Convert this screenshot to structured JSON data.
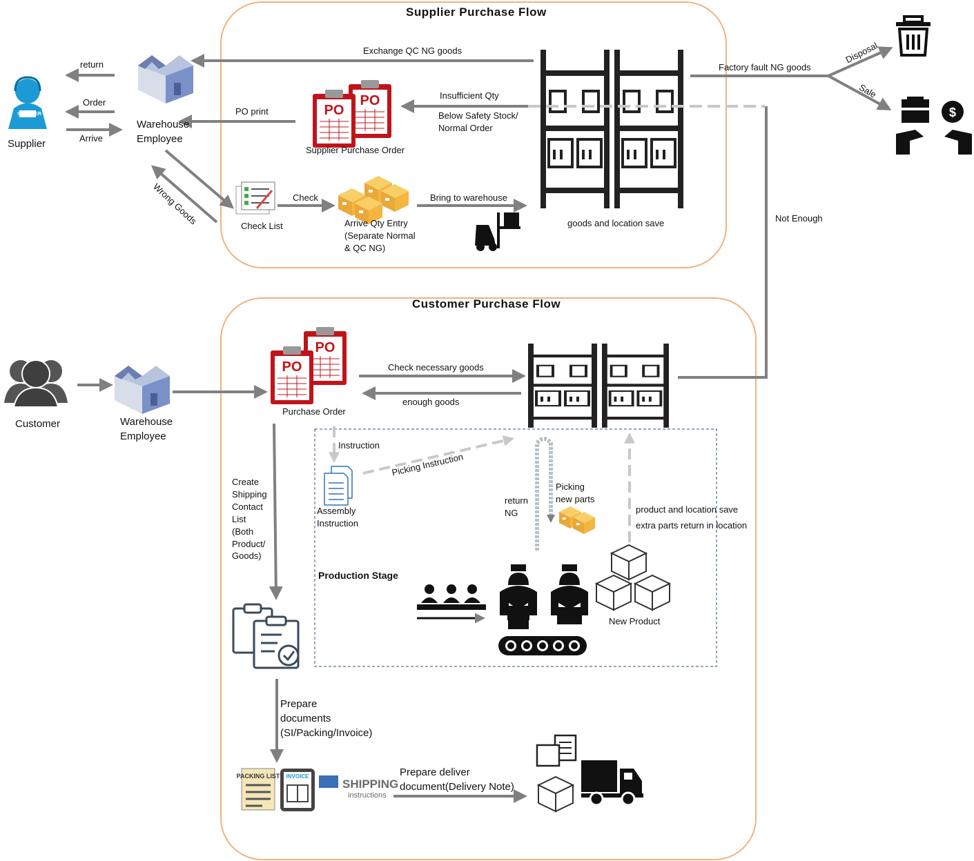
{
  "supplier_flow": {
    "title": "Supplier Purchase Flow",
    "supplier": "Supplier",
    "supplier_badge": "SUPPLIER",
    "return": "return",
    "order": "Order",
    "arrive": "Arrive",
    "warehouse_employee": [
      "Warehouse",
      "Employee"
    ],
    "exchange_qc": "Exchange QC NG goods",
    "po_print": "PO print",
    "po_stamp": "PO",
    "supplier_po": "Supplier Purchase Order",
    "insufficient_qty": "Insufficient Qty",
    "below_safety": [
      "Below Safety Stock/",
      "Normal Order"
    ],
    "wrong_goods": "Wrong Goods",
    "check_list": "Check List",
    "check": "Check",
    "arrive_qty": [
      "Arrive Qty Entry",
      "(Separate Normal",
      "& QC NG)"
    ],
    "bring_to_warehouse": "Bring to warehouse",
    "goods_location_save": "goods and location save",
    "factory_fault": "Factory fault NG goods",
    "disposal": "Disposal",
    "sale": "Sale",
    "not_enough": "Not Enough"
  },
  "customer_flow": {
    "title": "Customer Purchase Flow",
    "customer": "Customer",
    "warehouse_employee": [
      "Warehouse",
      "Employee"
    ],
    "purchase_order": "Purchase Order",
    "po_stamp": "PO",
    "check_necessary": "Check necessary goods",
    "enough_goods": "enough goods",
    "instruction": "Instruction",
    "picking_instruction": "Picking Instruction",
    "assembly_instruction": [
      "Assembly",
      "Instruction"
    ],
    "return_ng": [
      "return",
      "NG"
    ],
    "picking_new_parts": [
      "Picking",
      "new parts"
    ],
    "product_location_save": "product and location save",
    "extra_parts_return": "extra parts return in location",
    "production_stage": "Production Stage",
    "new_product": "New Product",
    "create_shipping": [
      "Create",
      "Shipping",
      "Contact",
      "List",
      "(Both",
      "Product/",
      "Goods)"
    ],
    "prepare_documents": [
      "Prepare",
      "documents",
      "(SI/Packing/Invoice)"
    ],
    "packing_list": "PACKING LIST",
    "invoice": "INVOICE",
    "shipping_word": "SHIPPING",
    "instructions_word": "instructions",
    "prepare_delivery": [
      "Prepare  deliver",
      "document(Delivery  Note)"
    ]
  },
  "colors": {
    "flow_border": "#f2b27e",
    "arrow": "#808080",
    "dashed_arrow": "#c8c8c8",
    "po_red": "#c0141a",
    "box_tan": "#f4b63f",
    "supplier_blue": "#1c9ad6",
    "building_blue": "#7a90c8",
    "dark": "#222222"
  },
  "icons": [
    "supplier-icon",
    "warehouse-building-icon",
    "po-clipboard-icon",
    "checklist-icon",
    "boxes-icon",
    "forklift-icon",
    "warehouse-shelf-icon",
    "trash-icon",
    "sale-exchange-icon",
    "customer-group-icon",
    "document-icon",
    "box-icon",
    "worker-icon",
    "conveyor-icon",
    "clipboard-check-icon",
    "packing-list-icon",
    "invoice-icon",
    "shipping-instructions-icon",
    "delivery-box-icon",
    "truck-icon"
  ]
}
